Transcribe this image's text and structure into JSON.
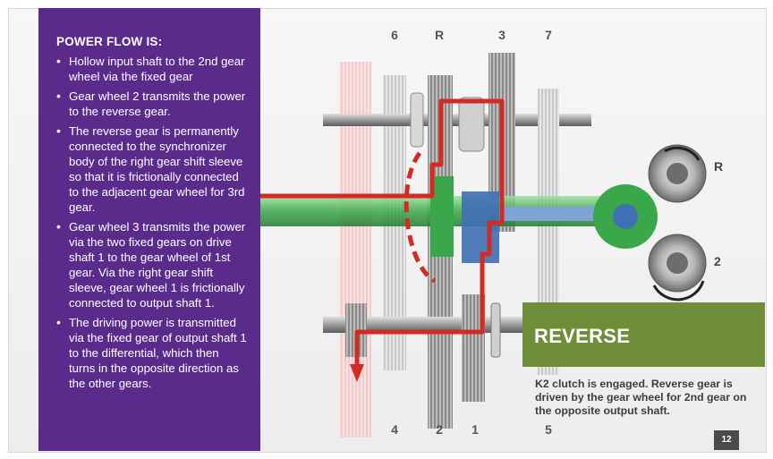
{
  "sidebar": {
    "heading": "POWER FLOW IS:",
    "items": [
      "Hollow input shaft to the 2nd gear wheel via the fixed gear",
      "Gear wheel 2 transmits the power to the reverse gear.",
      "The reverse gear is permanently connected to the synchronizer body of the right gear shift sleeve so that it is frictionally connected to the adjacent gear wheel for 3rd gear.",
      "Gear wheel 3 transmits the power via the two fixed gears on drive shaft 1 to the gear wheel of 1st gear. Via the right gear shift sleeve, gear wheel 1 is frictionally connected to output shaft 1.",
      "The driving power is transmitted via the fixed gear of output shaft 1 to the differential, which then turns in the opposite direction as the other gears."
    ]
  },
  "diagram": {
    "top_labels": [
      "6",
      "R",
      "3",
      "7"
    ],
    "bottom_labels": [
      "4",
      "2",
      "1",
      "5"
    ],
    "side_labels": [
      "R",
      "2"
    ],
    "colors": {
      "power_flow": "#d42a24",
      "input_shaft": "#3aa84a",
      "hollow_shaft": "#3f6fb5",
      "gear": "#9a9a9a",
      "faded_gear": "#f0b8b8"
    }
  },
  "reverse_panel": {
    "title": "REVERSE",
    "caption": "K2 clutch is engaged. Reverse gear is driven by the gear wheel for 2nd gear on the opposite output shaft."
  },
  "page_number": "12"
}
